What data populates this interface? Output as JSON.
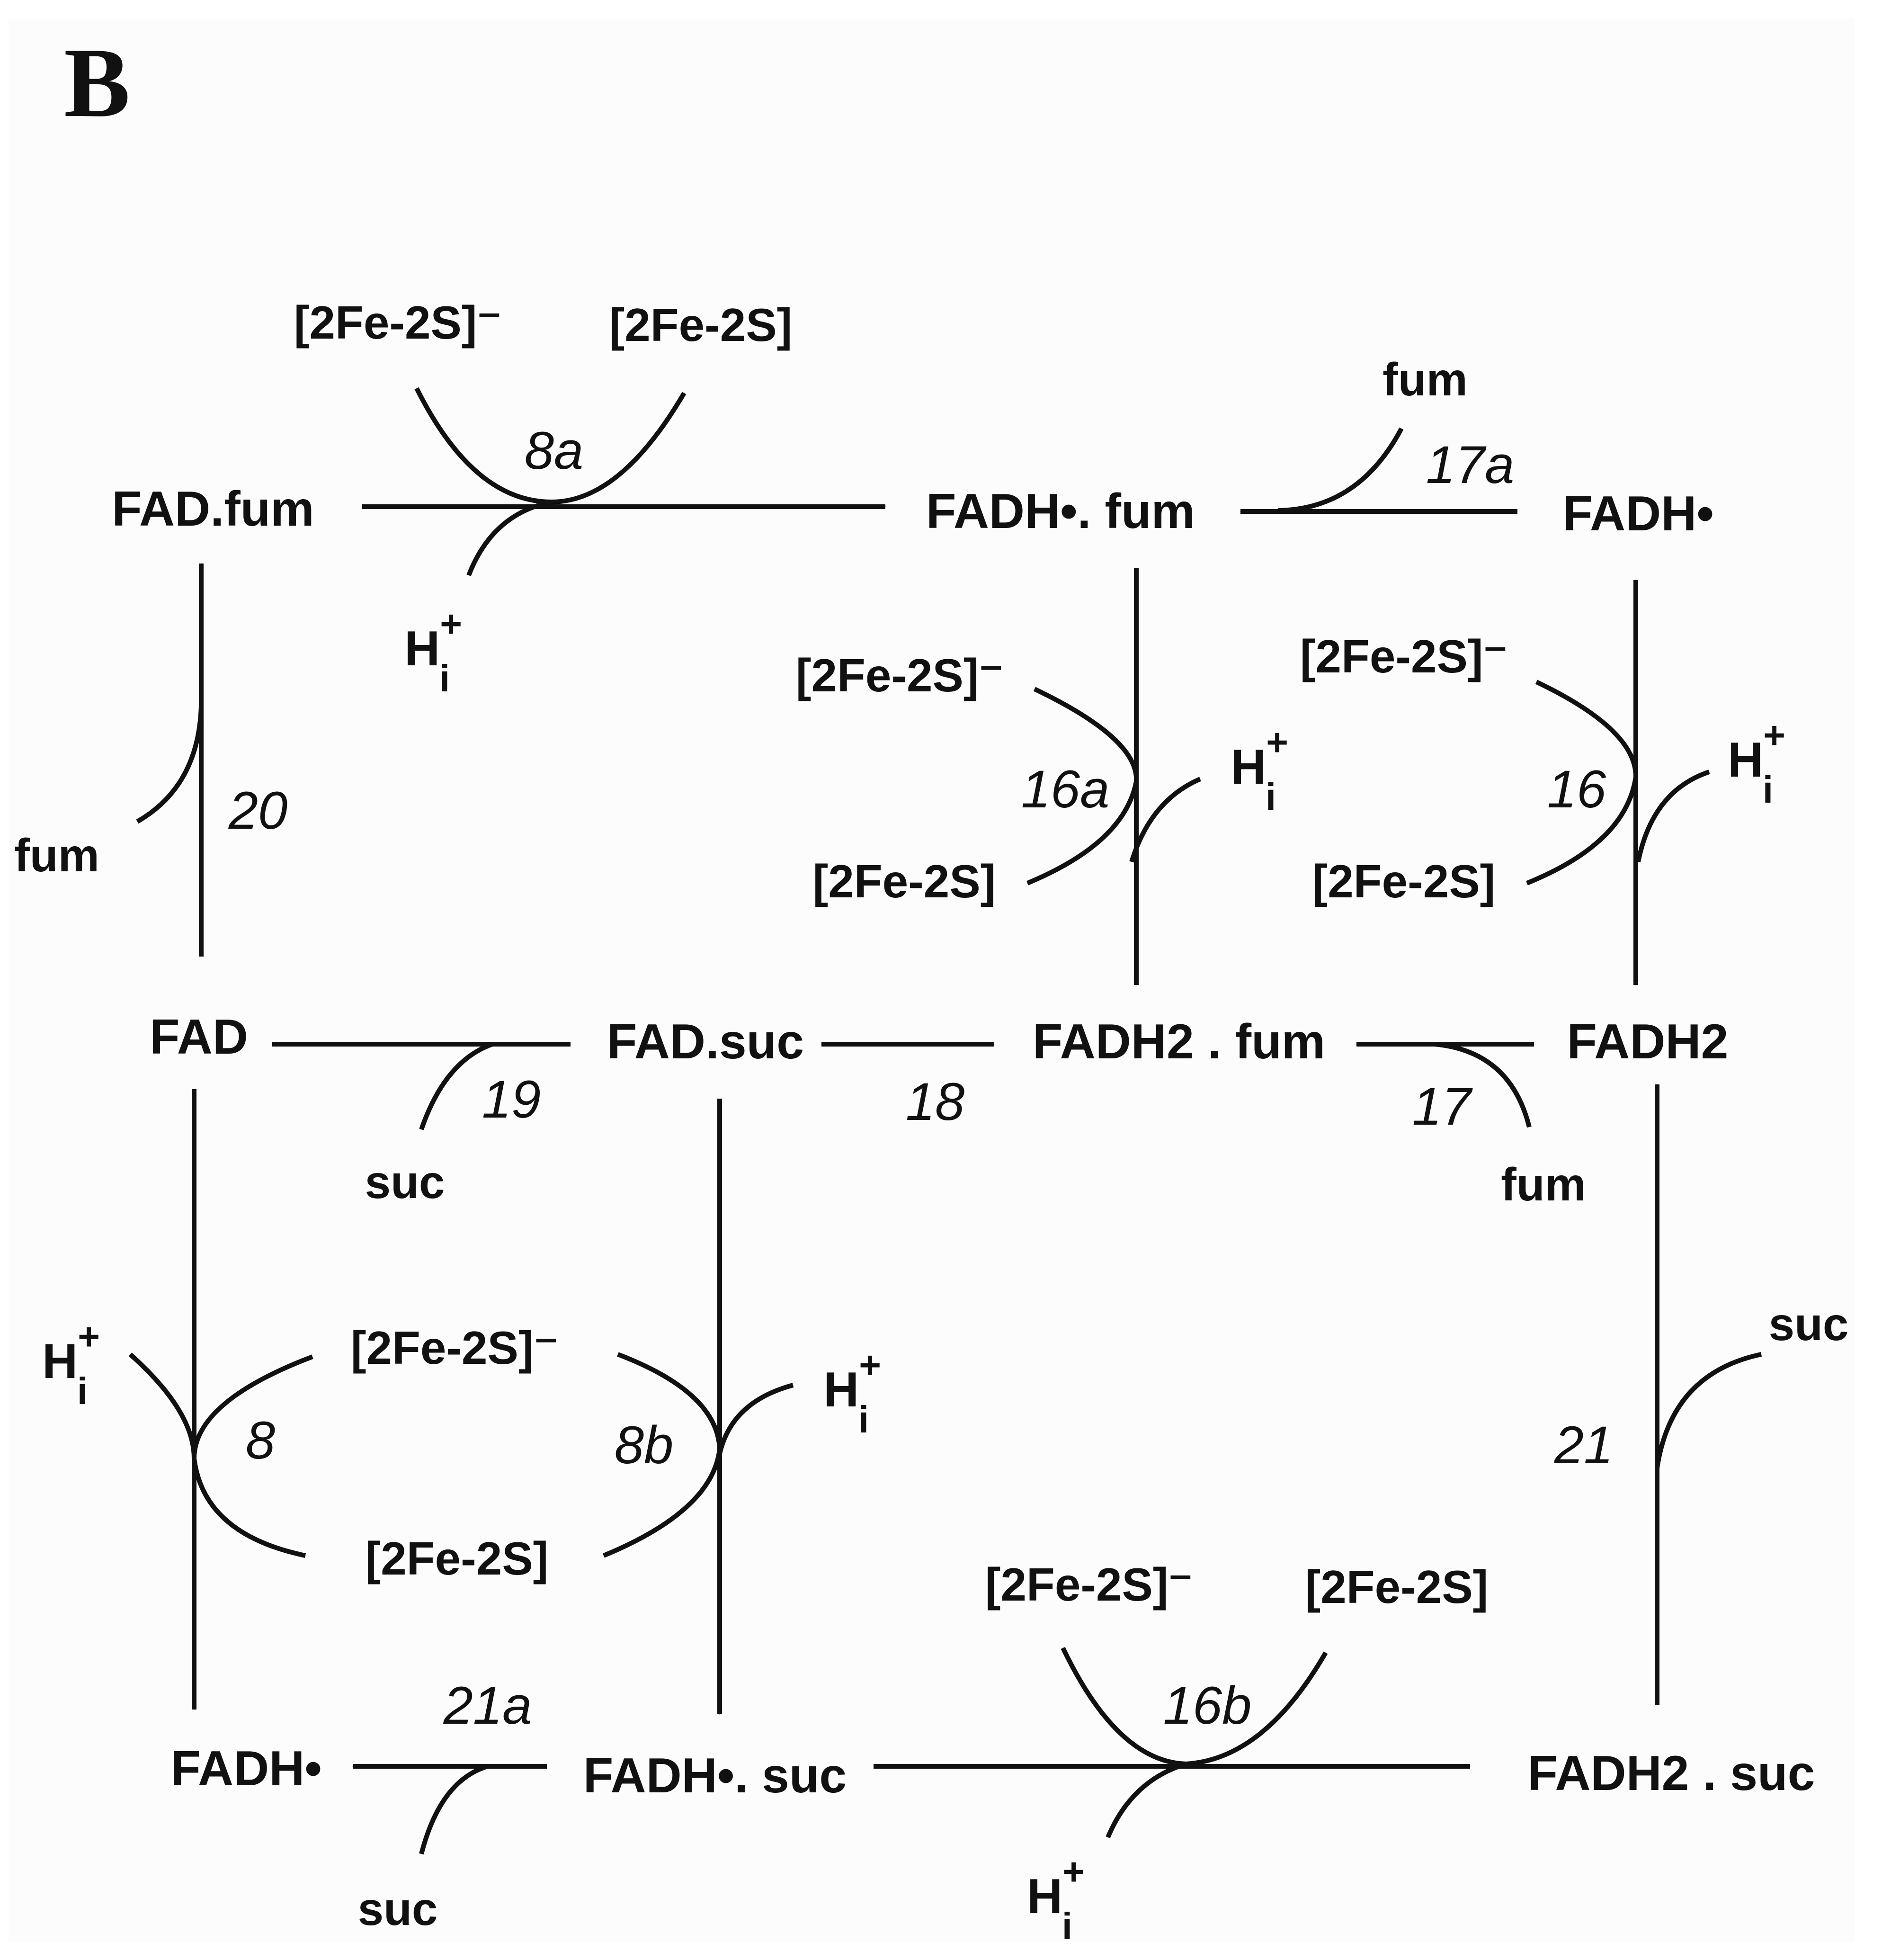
{
  "panel_label": "B",
  "species": {
    "fad_fum": "FAD.fum",
    "fadh_rad_fum": "FADH•. fum",
    "fadh_rad": "FADH•",
    "fad": "FAD",
    "fad_suc": "FAD.suc",
    "fadh2_fum": "FADH2 . fum",
    "fadh2": "FADH2",
    "fadh_rad_b": "FADH•",
    "fadh_rad_suc": "FADH•. suc",
    "fadh2_suc": "FADH2 . suc"
  },
  "reactants": {
    "fe_red": "[2Fe-2S]⁻",
    "fe_ox": "[2Fe-2S]",
    "proton": "H+i",
    "fum": "fum",
    "suc": "suc"
  },
  "reactions": [
    "8a",
    "17a",
    "16a",
    "16",
    "20",
    "19",
    "18",
    "17",
    "8",
    "8b",
    "21",
    "21a",
    "16b"
  ]
}
